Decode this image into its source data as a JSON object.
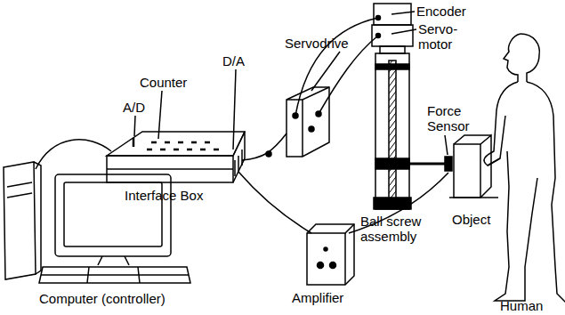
{
  "diagram": {
    "labels": [
      "Servodrive",
      "Encoder",
      "Servo-motor",
      "D/A",
      "Counter",
      "A/D",
      "Force Sensor",
      "Interface Box",
      "Ball screw assembly",
      "Object",
      "Human",
      "Amplifier",
      "Computer (controller)"
    ]
  }
}
